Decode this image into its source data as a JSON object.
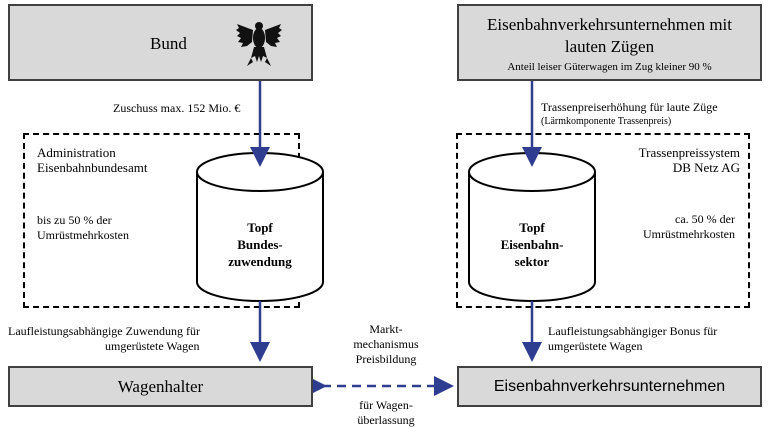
{
  "top_left_box": {
    "label": "Bund",
    "icon": "federal-eagle-icon"
  },
  "top_right_box": {
    "title": "Eisenbahnverkehrsunternehmen mit lauten Zügen",
    "subtitle": "Anteil leiser Güterwagen im Zug kleiner 90 %"
  },
  "left_arrow_label": "Zuschuss max. 152 Mio. €",
  "right_arrow_label": "Trassenpreiserhöhung für laute Züge",
  "right_arrow_sublabel": "(Lärmkomponente Trassenpreis)",
  "left_dashed": {
    "title_line1": "Administration",
    "title_line2": "Eisenbahnbundesamt",
    "note_line1": "bis zu 50 %  der",
    "note_line2": "Umrüstmehrkosten"
  },
  "right_dashed": {
    "title_line1": "Trassenpreissystem",
    "title_line2": "DB Netz AG",
    "note_line1": "ca. 50 %  der",
    "note_line2": "Umrüstmehrkosten"
  },
  "left_cylinder": {
    "line1": "Topf",
    "line2": "Bundes-",
    "line3": "zuwendung"
  },
  "right_cylinder": {
    "line1": "Topf",
    "line2": "Eisenbahn-",
    "line3": "sektor"
  },
  "bottom_left_label_line1": "Laufleistungsabhängige Zuwendung für",
  "bottom_left_label_line2": "umgerüstete Wagen",
  "bottom_right_label_line1": "Laufleistungsabhängiger Bonus für",
  "bottom_right_label_line2": "umgerüstete Wagen",
  "middle_label": {
    "line1": "Markt-",
    "line2": "mechanismus",
    "line3": "Preisbildung"
  },
  "middle_bottom_label": {
    "line1": "für Wagen-",
    "line2": "überlassung"
  },
  "bottom_left_box": {
    "label": "Wagenhalter"
  },
  "bottom_right_box": {
    "label": "Eisenbahnverkehrsunternehmen"
  },
  "colors": {
    "arrow": "#2e3d8f",
    "box_fill": "#d9d9d9",
    "box_border": "#404040"
  }
}
